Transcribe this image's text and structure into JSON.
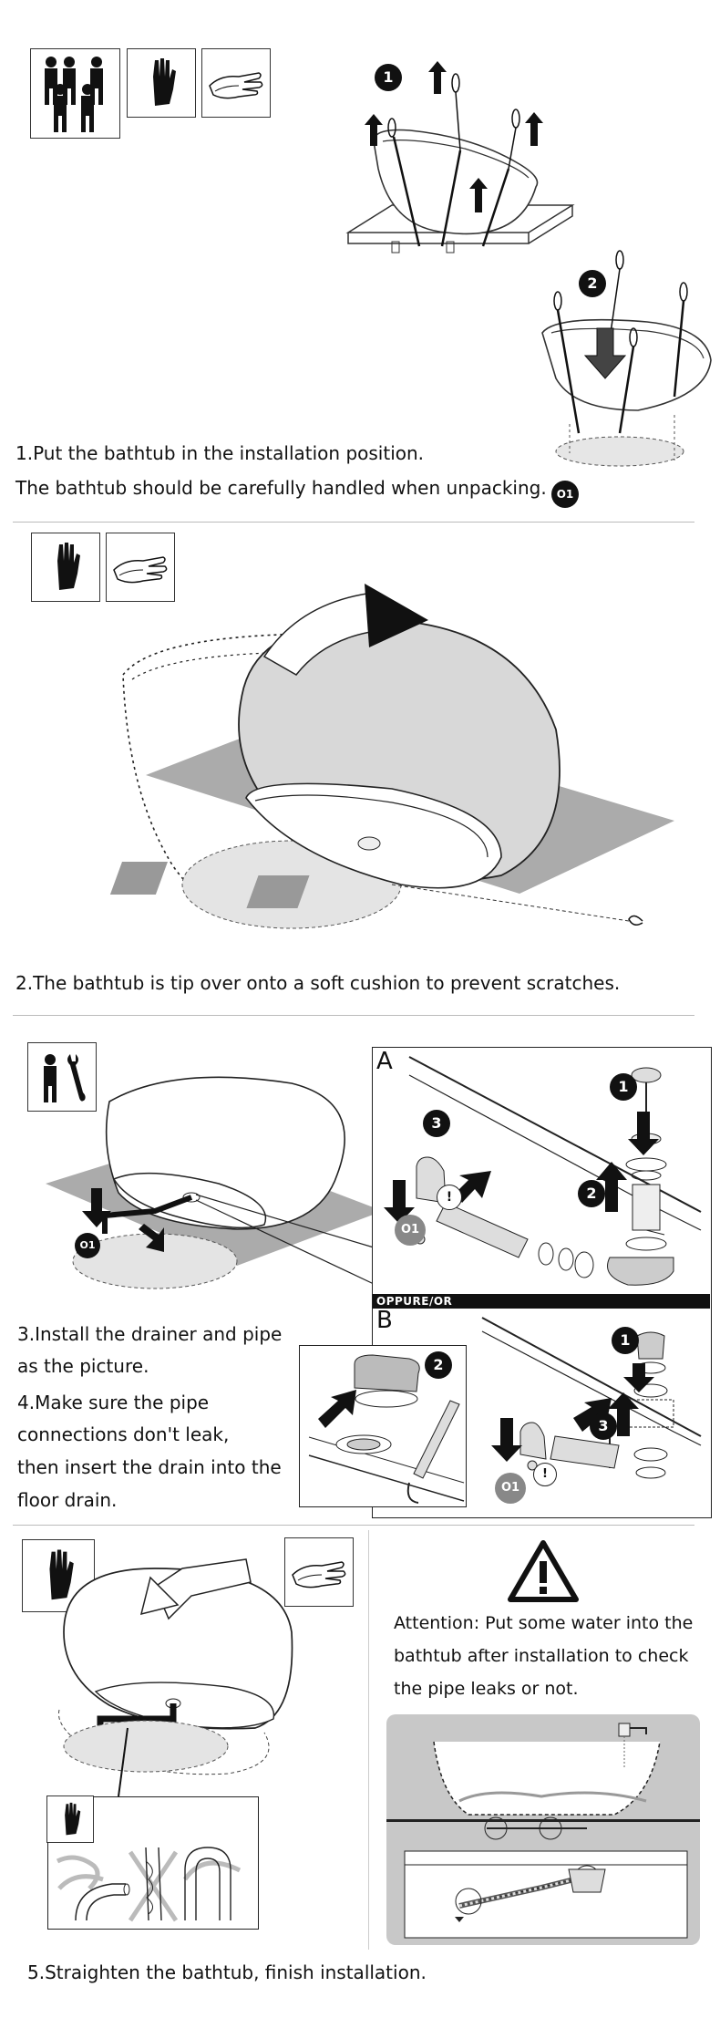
{
  "step1": {
    "line1": "1.Put the bathtub in the installation position.",
    "line2": "The bathtub should be carefully handled when unpacking.",
    "badges": [
      "1",
      "2"
    ],
    "part_label": "O1"
  },
  "step2": {
    "line1": "2.The bathtub is tip over onto a soft cushion to prevent scratches."
  },
  "step3": {
    "panel_a": "A",
    "panel_b": "B",
    "divider_label": "OPPURE/OR",
    "line1": "3.Install the drainer and pipe",
    "line2": "as the picture.",
    "line3": "4.Make sure the pipe",
    "line4": "connections don't leak,",
    "line5": "then insert the drain into the",
    "line6": " floor drain.",
    "badges_a": [
      "1",
      "2",
      "3"
    ],
    "badges_b": [
      "1",
      "2",
      "3"
    ],
    "part_label": "O1"
  },
  "step5": {
    "attention1": "Attention: Put some water into the",
    "attention2": "bathtub after installation to check",
    "attention3": "the pipe leaks or not.",
    "line1": "5.Straighten the bathtub, finish installation."
  }
}
